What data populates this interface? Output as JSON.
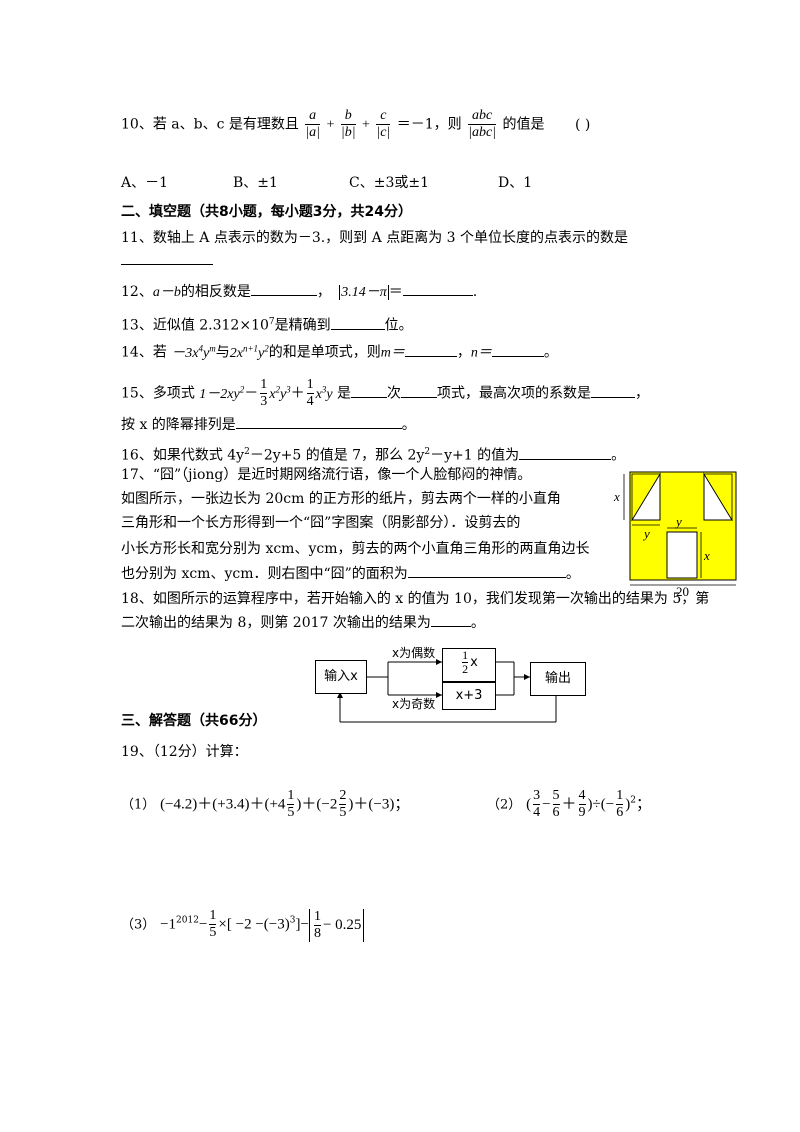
{
  "q10": {
    "prefix": "10、若 a、b、c 是有理数且",
    "fractions": [
      {
        "num": "a",
        "den": "|a|"
      },
      {
        "num": "b",
        "den": "|b|"
      },
      {
        "num": "c",
        "den": "|c|"
      }
    ],
    "equals": "＝－1，则",
    "target_num": "abc",
    "target_den": "|abc|",
    "suffix": "的值是",
    "paren": "(            )",
    "options": [
      {
        "label": "A、－1"
      },
      {
        "label": "B、±1"
      },
      {
        "label": "C、±3或±1"
      },
      {
        "label": "D、1"
      }
    ]
  },
  "section2": {
    "title": "二、填空题（共8小题，每小题3分，共24分）"
  },
  "q11": {
    "text": "11、数轴上 A 点表示的数为－3.，则到 A 点距离为 3 个单位长度的点表示的数是"
  },
  "q12": {
    "prefix": "12、",
    "expr": "a－b",
    "mid": "的相反数是",
    "abs_expr": "3.14－π",
    "equals": "＝"
  },
  "q13": {
    "text_a": "13、近似值 2.312×10",
    "exp": "7",
    "text_b": "是精确到",
    "text_c": "位。"
  },
  "q14": {
    "prefix": "14、若",
    "expr1_coef": "－3x",
    "expr1_exp1": "4",
    "expr1_mid": "y",
    "expr1_exp2": "m",
    "conj": "与",
    "expr2_coef": "2x",
    "expr2_exp1": "n+1",
    "expr2_mid": "y",
    "expr2_exp2": "2",
    "text": "的和是单项式，则",
    "m_label": "m＝",
    "n_label": "n＝",
    "end": "。"
  },
  "q15": {
    "prefix": "15、多项式",
    "poly_a": "1－2xy",
    "poly_a_exp": "2",
    "minus": "－",
    "frac1_num": "1",
    "frac1_den": "3",
    "term2": "x",
    "term2_e1": "2",
    "term2_y": "y",
    "term2_e2": "3",
    "plus": "＋",
    "frac2_num": "1",
    "frac2_den": "4",
    "term3": "x",
    "term3_e": "3",
    "term3_y": "y",
    "is": "是",
    "ci": "次",
    "xiangshi": "项式，最高次项的系数是",
    "line2": "按 x 的降幂排列是",
    "end": "。"
  },
  "q16": {
    "text_a": "16、如果代数式 4y",
    "exp_a": "2",
    "text_b": "－2y+5 的值是 7，那么 2y",
    "exp_b": "2",
    "text_c": "－y+1 的值为",
    "end": "。"
  },
  "q17": {
    "lines": [
      "17、“囧”（jiong）是近时期网络流行语，像一个人脸郁闷的神情。",
      "如图所示，一张边长为 20cm 的正方形的纸片，剪去两个一样的小直角",
      "三角形和一个长方形得到一个“囧”字图案（阴影部分）．设剪去的",
      "小长方形长和宽分别为 xcm、ycm，剪去的两个小直角三角形的两直角边长",
      "也分别为 xcm、ycm．则右图中“囧”的面积为"
    ],
    "end": "。",
    "figure": {
      "label_x_left": "x",
      "label_y_top": "y",
      "label_y_left": "y",
      "label_x_right": "x",
      "label_20": "20",
      "fill": "#ffff00"
    }
  },
  "q18": {
    "line1": "18、如图所示的运算程序中，若开始输入的 x 的值为 10，我们发现第一次输出的结果为 5，第",
    "line2": "二次输出的结果为 8，则第 2017 次输出的结果为",
    "end": "。",
    "flow": {
      "input": "输入x",
      "even": "x为偶数",
      "odd": "x为奇数",
      "half_num": "1",
      "half_den": "2",
      "half_var": "x",
      "plus3": "x+3",
      "output": "输出"
    }
  },
  "section3": {
    "title": "三、解答题（共66分）"
  },
  "q19": {
    "title": "19、（12分）计算：",
    "p1_label": "（1）",
    "p1_expr": "(−4.2)＋(+3.4)＋(+4",
    "p1_f1_num": "1",
    "p1_f1_den": "5",
    "p1_mid": ")＋(−2",
    "p1_f2_num": "2",
    "p1_f2_den": "5",
    "p1_end": ")＋(−3)；",
    "p2_label": "（2）",
    "p2_open": "(",
    "p2_f1_num": "3",
    "p2_f1_den": "4",
    "p2_minus": "−",
    "p2_f2_num": "5",
    "p2_f2_den": "6",
    "p2_plus": "＋",
    "p2_f3_num": "4",
    "p2_f3_den": "9",
    "p2_div": ")÷(−",
    "p2_f4_num": "1",
    "p2_f4_den": "6",
    "p2_close": ")",
    "p2_exp": "2",
    "p2_end": "；",
    "p3_label": "（3）",
    "p3_a": "−1",
    "p3_a_exp": "2012",
    "p3_minus": "−",
    "p3_f1_num": "1",
    "p3_f1_den": "5",
    "p3_mid": "×[ −2 −(−3)",
    "p3_mid_exp": "3",
    "p3_bracket": "]−",
    "p3_f2_num": "1",
    "p3_f2_den": "8",
    "p3_tail": "− 0.25"
  }
}
